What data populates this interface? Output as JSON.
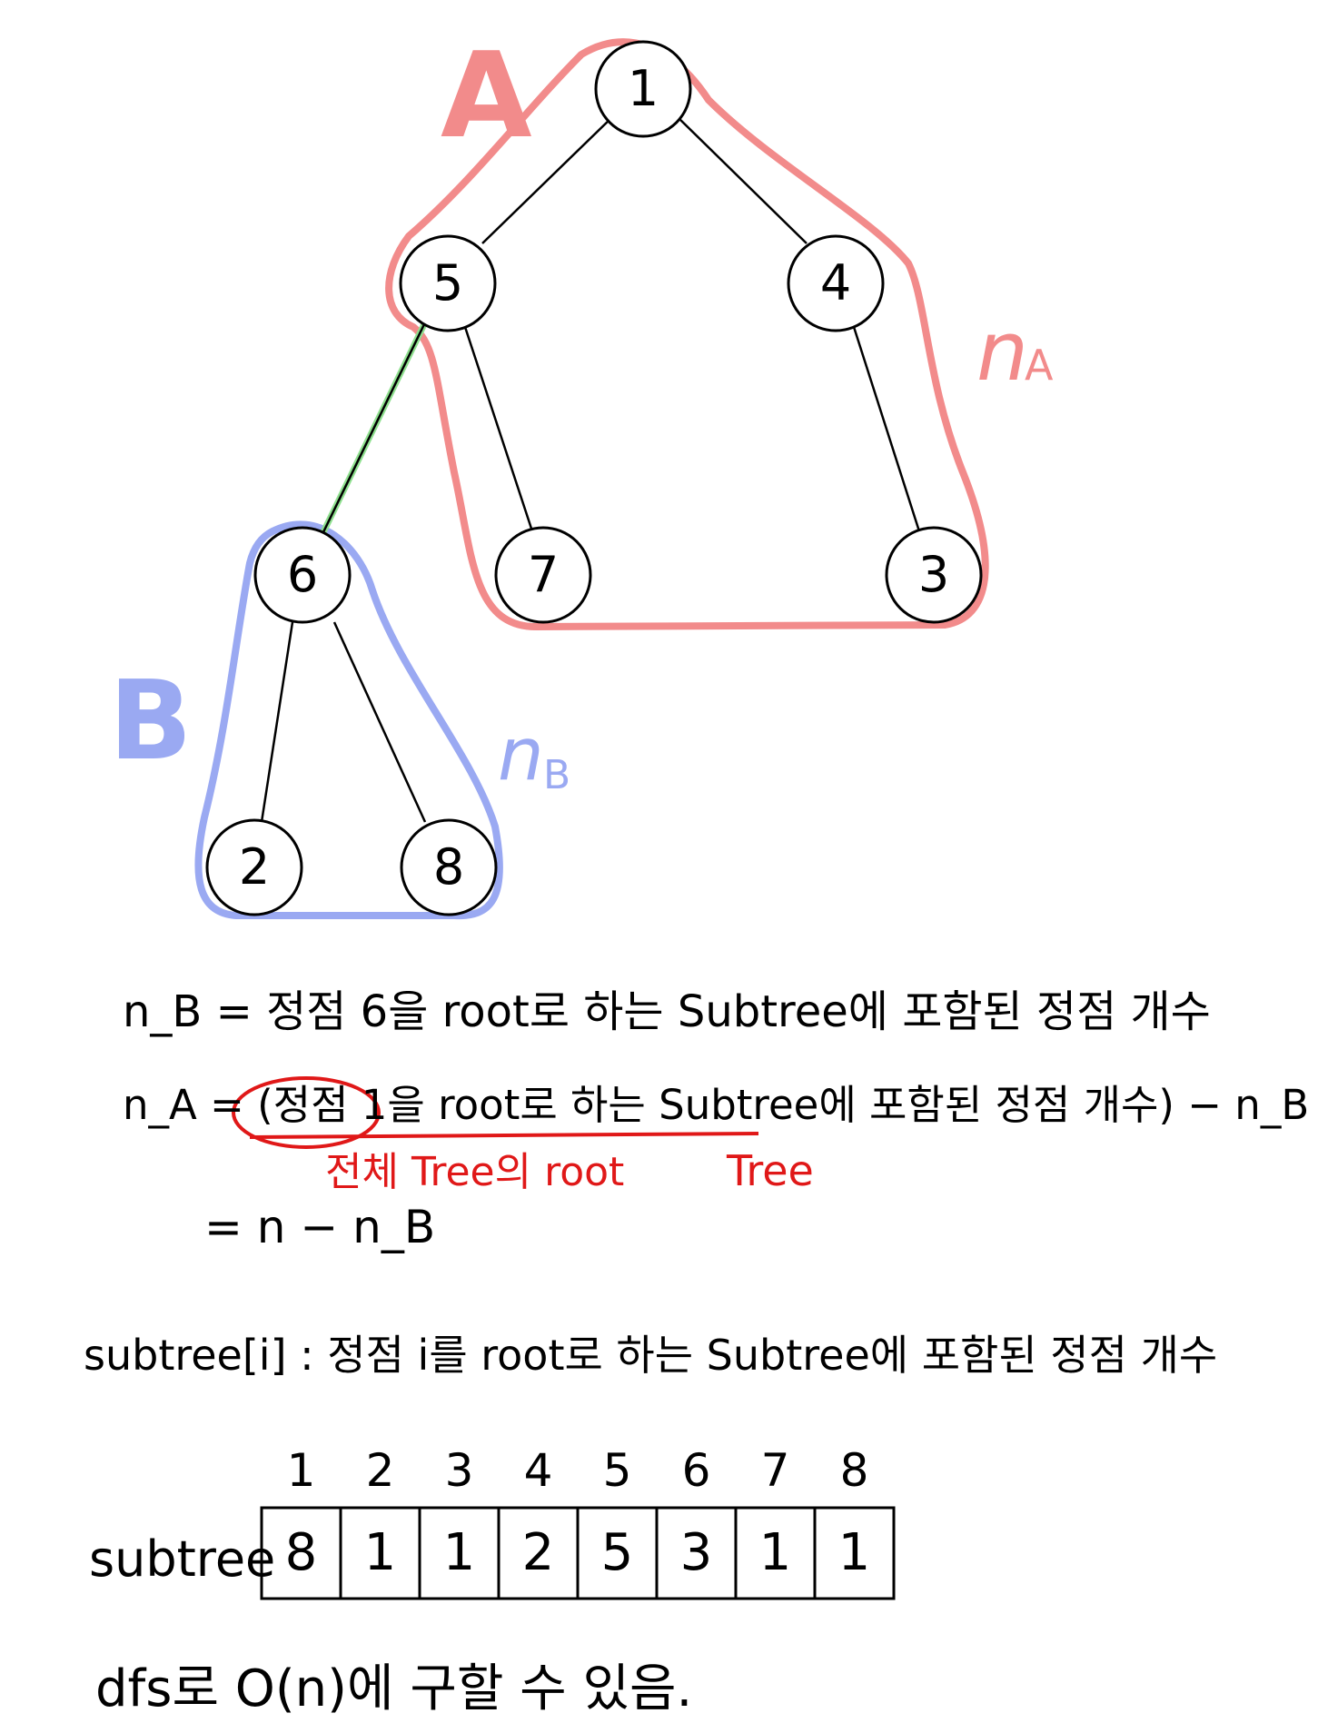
{
  "colors": {
    "groupA": "#f28b8b",
    "groupB": "#9aa9f2",
    "cutEdge": "#8fe08f",
    "annotation": "#e01818",
    "ink": "#000000"
  },
  "tree": {
    "nodes": [
      "1",
      "5",
      "4",
      "6",
      "7",
      "3",
      "2",
      "8"
    ],
    "edges": [
      [
        "1",
        "5"
      ],
      [
        "1",
        "4"
      ],
      [
        "5",
        "6"
      ],
      [
        "5",
        "7"
      ],
      [
        "4",
        "3"
      ],
      [
        "6",
        "2"
      ],
      [
        "6",
        "8"
      ]
    ],
    "cut_edge": [
      "5",
      "6"
    ]
  },
  "labels": {
    "group_a": "A",
    "group_b": "B",
    "n_a": "n",
    "n_a_sub": "A",
    "n_b": "n",
    "n_b_sub": "B"
  },
  "formulas": {
    "line1": "n_B = 정점 6을 root로 하는 Subtree에 포함된 정점 개수",
    "line2": "n_A = (정점 1을 root로 하는 Subtree에 포함된 정점 개수) − n_B",
    "line2_note_left": "전체 Tree의 root",
    "line2_note_right": "Tree",
    "line3": "= n − n_B"
  },
  "definition": "subtree[i] : 정점 i를 root로 하는 Subtree에 포함된 정점 개수",
  "table": {
    "row_label": "subtree",
    "indices": [
      "1",
      "2",
      "3",
      "4",
      "5",
      "6",
      "7",
      "8"
    ],
    "values": [
      "8",
      "1",
      "1",
      "2",
      "5",
      "3",
      "1",
      "1"
    ]
  },
  "footer": "dfs로 O(n)에 구할 수 있음."
}
